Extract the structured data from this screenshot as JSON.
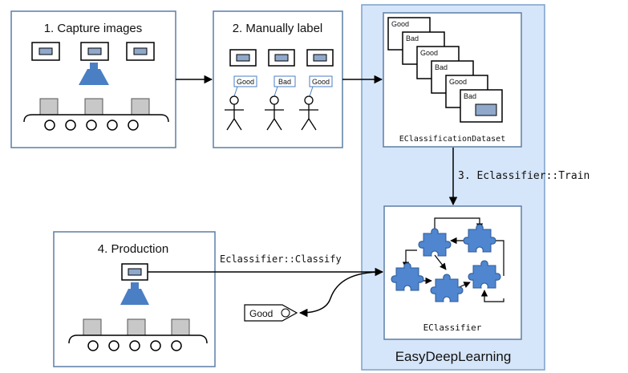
{
  "steps": {
    "capture": "1. Capture images",
    "label": "2. Manually label",
    "train": "3. Eclassifier::Train",
    "production": "4. Production"
  },
  "dataset": {
    "name": "EClassificationDataset",
    "card_labels": [
      "Good",
      "Bad",
      "Good",
      "Bad",
      "Good",
      "Bad"
    ]
  },
  "label_bubbles": [
    "Good",
    "Bad",
    "Good"
  ],
  "classifier": {
    "name": "EClassifier"
  },
  "classify_call": "Eclassifier::Classify",
  "result_tag": "Good",
  "container_title": "EasyDeepLearning",
  "colors": {
    "panel_border": "#5b7fa6",
    "container_fill": "#d6e6fa",
    "image_fill": "#8fa8cc",
    "camera_fill": "#4a7fc4",
    "box_fill": "#c8c8c8",
    "puzzle_fill": "#4f86cf"
  }
}
